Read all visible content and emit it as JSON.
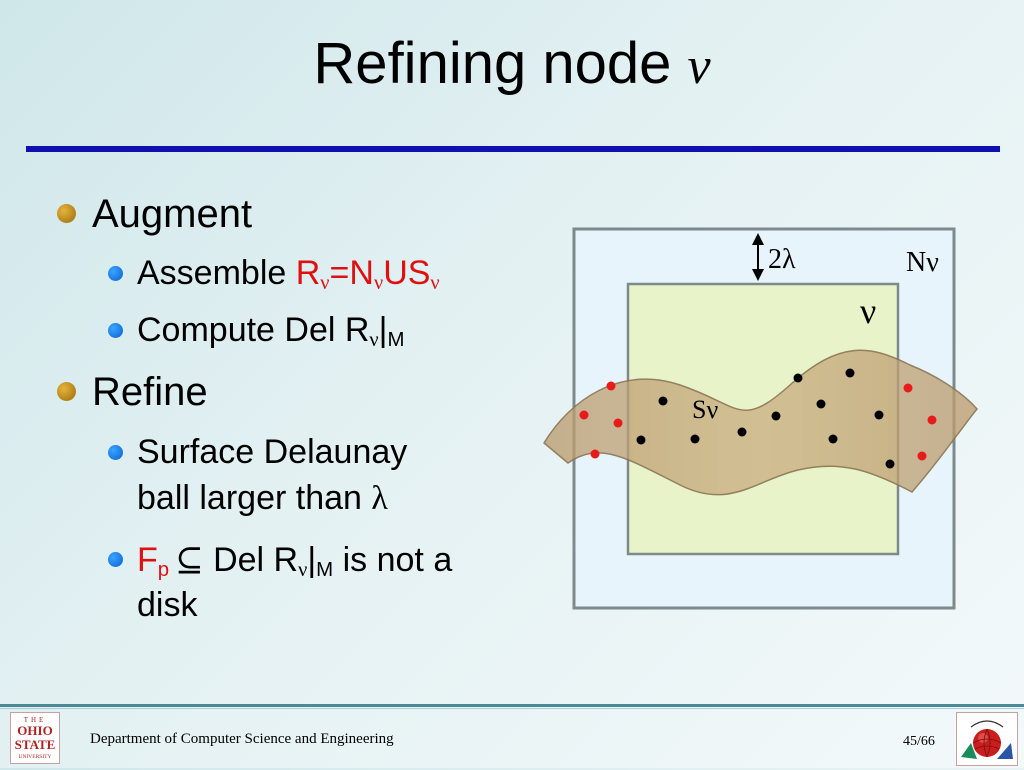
{
  "slide": {
    "title_text": "Refining node ",
    "title_symbol": "ν"
  },
  "bullets": [
    {
      "level": 1,
      "text": "Augment"
    },
    {
      "level": 2,
      "parts": {
        "pre": "Assemble ",
        "r": "R",
        "nu1": "ν",
        "eq": "=N",
        "nu2": "ν",
        "us": "US",
        "nu3": "ν"
      }
    },
    {
      "level": 2,
      "parts": {
        "pre": "Compute Del R",
        "nu": "ν",
        "bar": "|",
        "m": "M"
      }
    },
    {
      "level": 1,
      "text": "Refine"
    },
    {
      "level": 2,
      "lines": [
        "Surface Delaunay",
        "ball larger than "
      ],
      "symbol": "λ"
    },
    {
      "level": 2,
      "parts": {
        "f": "F",
        "p": "p",
        "subset": "⊆",
        "del": " Del R",
        "nu": "ν",
        "bar": "|",
        "m": "M",
        "rest": " is not a",
        "line2": "disk"
      }
    }
  ],
  "figure": {
    "label_gap": "2λ",
    "label_outer": "Nν",
    "label_inner": "ν",
    "label_surface": "Sν"
  },
  "footer": {
    "department": "Department of Computer Science and Engineering",
    "page": "45/66",
    "osu_top": "THE",
    "osu_line1": "OHIO",
    "osu_line2": "STATE",
    "osu_line3": "UNIVERSITY"
  },
  "colors": {
    "title_rule": "#1010b0",
    "red_text": "#e01010",
    "outer_box": "#e8f4fb",
    "inner_box": "#e9f3c9",
    "surface_band": "#c9a877"
  }
}
